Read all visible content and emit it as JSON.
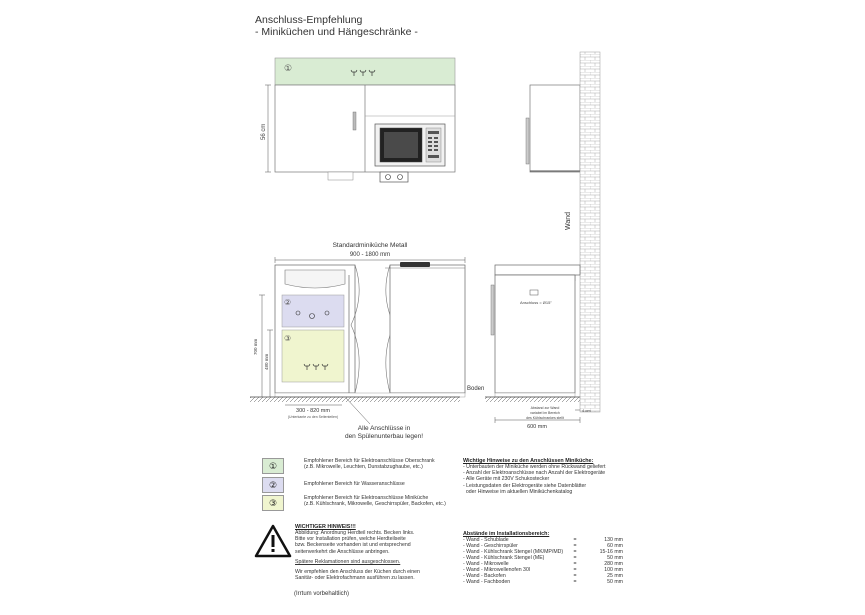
{
  "title": {
    "line1": "Anschluss-Empfehlung",
    "line2": "- Miniküchen und Hängeschränke -"
  },
  "diagram": {
    "zone1_number": "①",
    "height_label": "56 cm",
    "wall_label": "Wand",
    "standard_title": "Standardminiküche Metall",
    "standard_range": "900 - 1800 mm",
    "zone2_number": "②",
    "zone3_number": "③",
    "dim_700": "700 mm",
    "dim_480": "480 mm",
    "range_300_820": "300 - 820 mm",
    "range_300_820_sub": "(Unterkante zu den Seitenteilen)",
    "all_connections_line1": "Alle Anschlüsse in",
    "all_connections_line2": "den Spülenunterbau legen!",
    "floor_label": "Boden",
    "connection_label": "Anschluss = Ø15\"",
    "dim_600": "600 mm",
    "wall_note_line1": "Abstand zur Wand",
    "wall_note_line2": "variabel im Bereich",
    "wall_note_line3": "des Kühlschrankes stellt",
    "dim_40": "4 cm"
  },
  "legend": [
    {
      "number": "①",
      "color": "#d9ecd3",
      "line1": "Empfohlener Bereich für Elektroanschlüsse Oberschrank",
      "line2": "(z.B. Mikrowelle, Leuchten, Dunstabzughaube, etc.)"
    },
    {
      "number": "②",
      "color": "#dcdcf0",
      "line1": "Empfohlener Bereich für Wasseranschlüsse",
      "line2": ""
    },
    {
      "number": "③",
      "color": "#f0f5cf",
      "line1": "Empfohlener Bereich für Elektroanschlüsse Miniküche",
      "line2": "(z.B. Kühlschrank, Mikrowelle, Geschirrspüler, Backofen, etc.)"
    }
  ],
  "hints": {
    "title": "Wichtige Hinweise zu den Anschlüssen Miniküche:",
    "items": [
      "- Unterbauten der Miniküche werden ohne Rückwand geliefert",
      "- Anzahl der Elektroanschlüsse nach Anzahl der Elektrogeräte",
      "- Alle Geräte mit 230V Schukostecker",
      "- Leistungsdaten der Elektrogeräte siehe Datenblätter",
      "  oder Hinweise im aktuellen Miniküchenkatalog"
    ]
  },
  "warning": {
    "title": "WICHTIGER HINWEIS!!!",
    "lines": [
      "Abbildung: Anordnung Herdteil rechts. Becken links.",
      "Bitte vor Installation prüfen, welche Herdteilseite",
      "bzw. Beckenseite vorhanden ist und entsprechend",
      "seitenverkehrt die Anschlüsse anbringen."
    ],
    "complaints": "Spätere Reklamationen sind ausgeschlossen.",
    "recommend_line1": "Wir empfehlen den Anschluss der Küchen durch einen",
    "recommend_line2": "Sanitär- oder Elektrofachmann ausführen zu lassen.",
    "footer": "(Irrtum vorbehaltlich)"
  },
  "distances": {
    "title": "Abstände im Installationsbereich:",
    "rows": [
      {
        "label": "- Wand - Schublade",
        "eq": "=",
        "value": "130 mm"
      },
      {
        "label": "- Wand - Geschirrspüler",
        "eq": "=",
        "value": "60 mm"
      },
      {
        "label": "- Wand - Kühlschrank Stengel (MK/MP/MD)",
        "eq": "=",
        "value": "15-16 mm"
      },
      {
        "label": "- Wand - Kühlschrank Stengel  (ME)",
        "eq": "=",
        "value": "50 mm"
      },
      {
        "label": "- Wand - Mikrowelle",
        "eq": "=",
        "value": "280 mm"
      },
      {
        "label": "- Wand - Mikrowellenofen 30l",
        "eq": "=",
        "value": "100 mm"
      },
      {
        "label": "- Wand - Backofen",
        "eq": "=",
        "value": "25 mm"
      },
      {
        "label": "- Wand - Fachboden",
        "eq": "=",
        "value": "50 mm"
      }
    ]
  }
}
